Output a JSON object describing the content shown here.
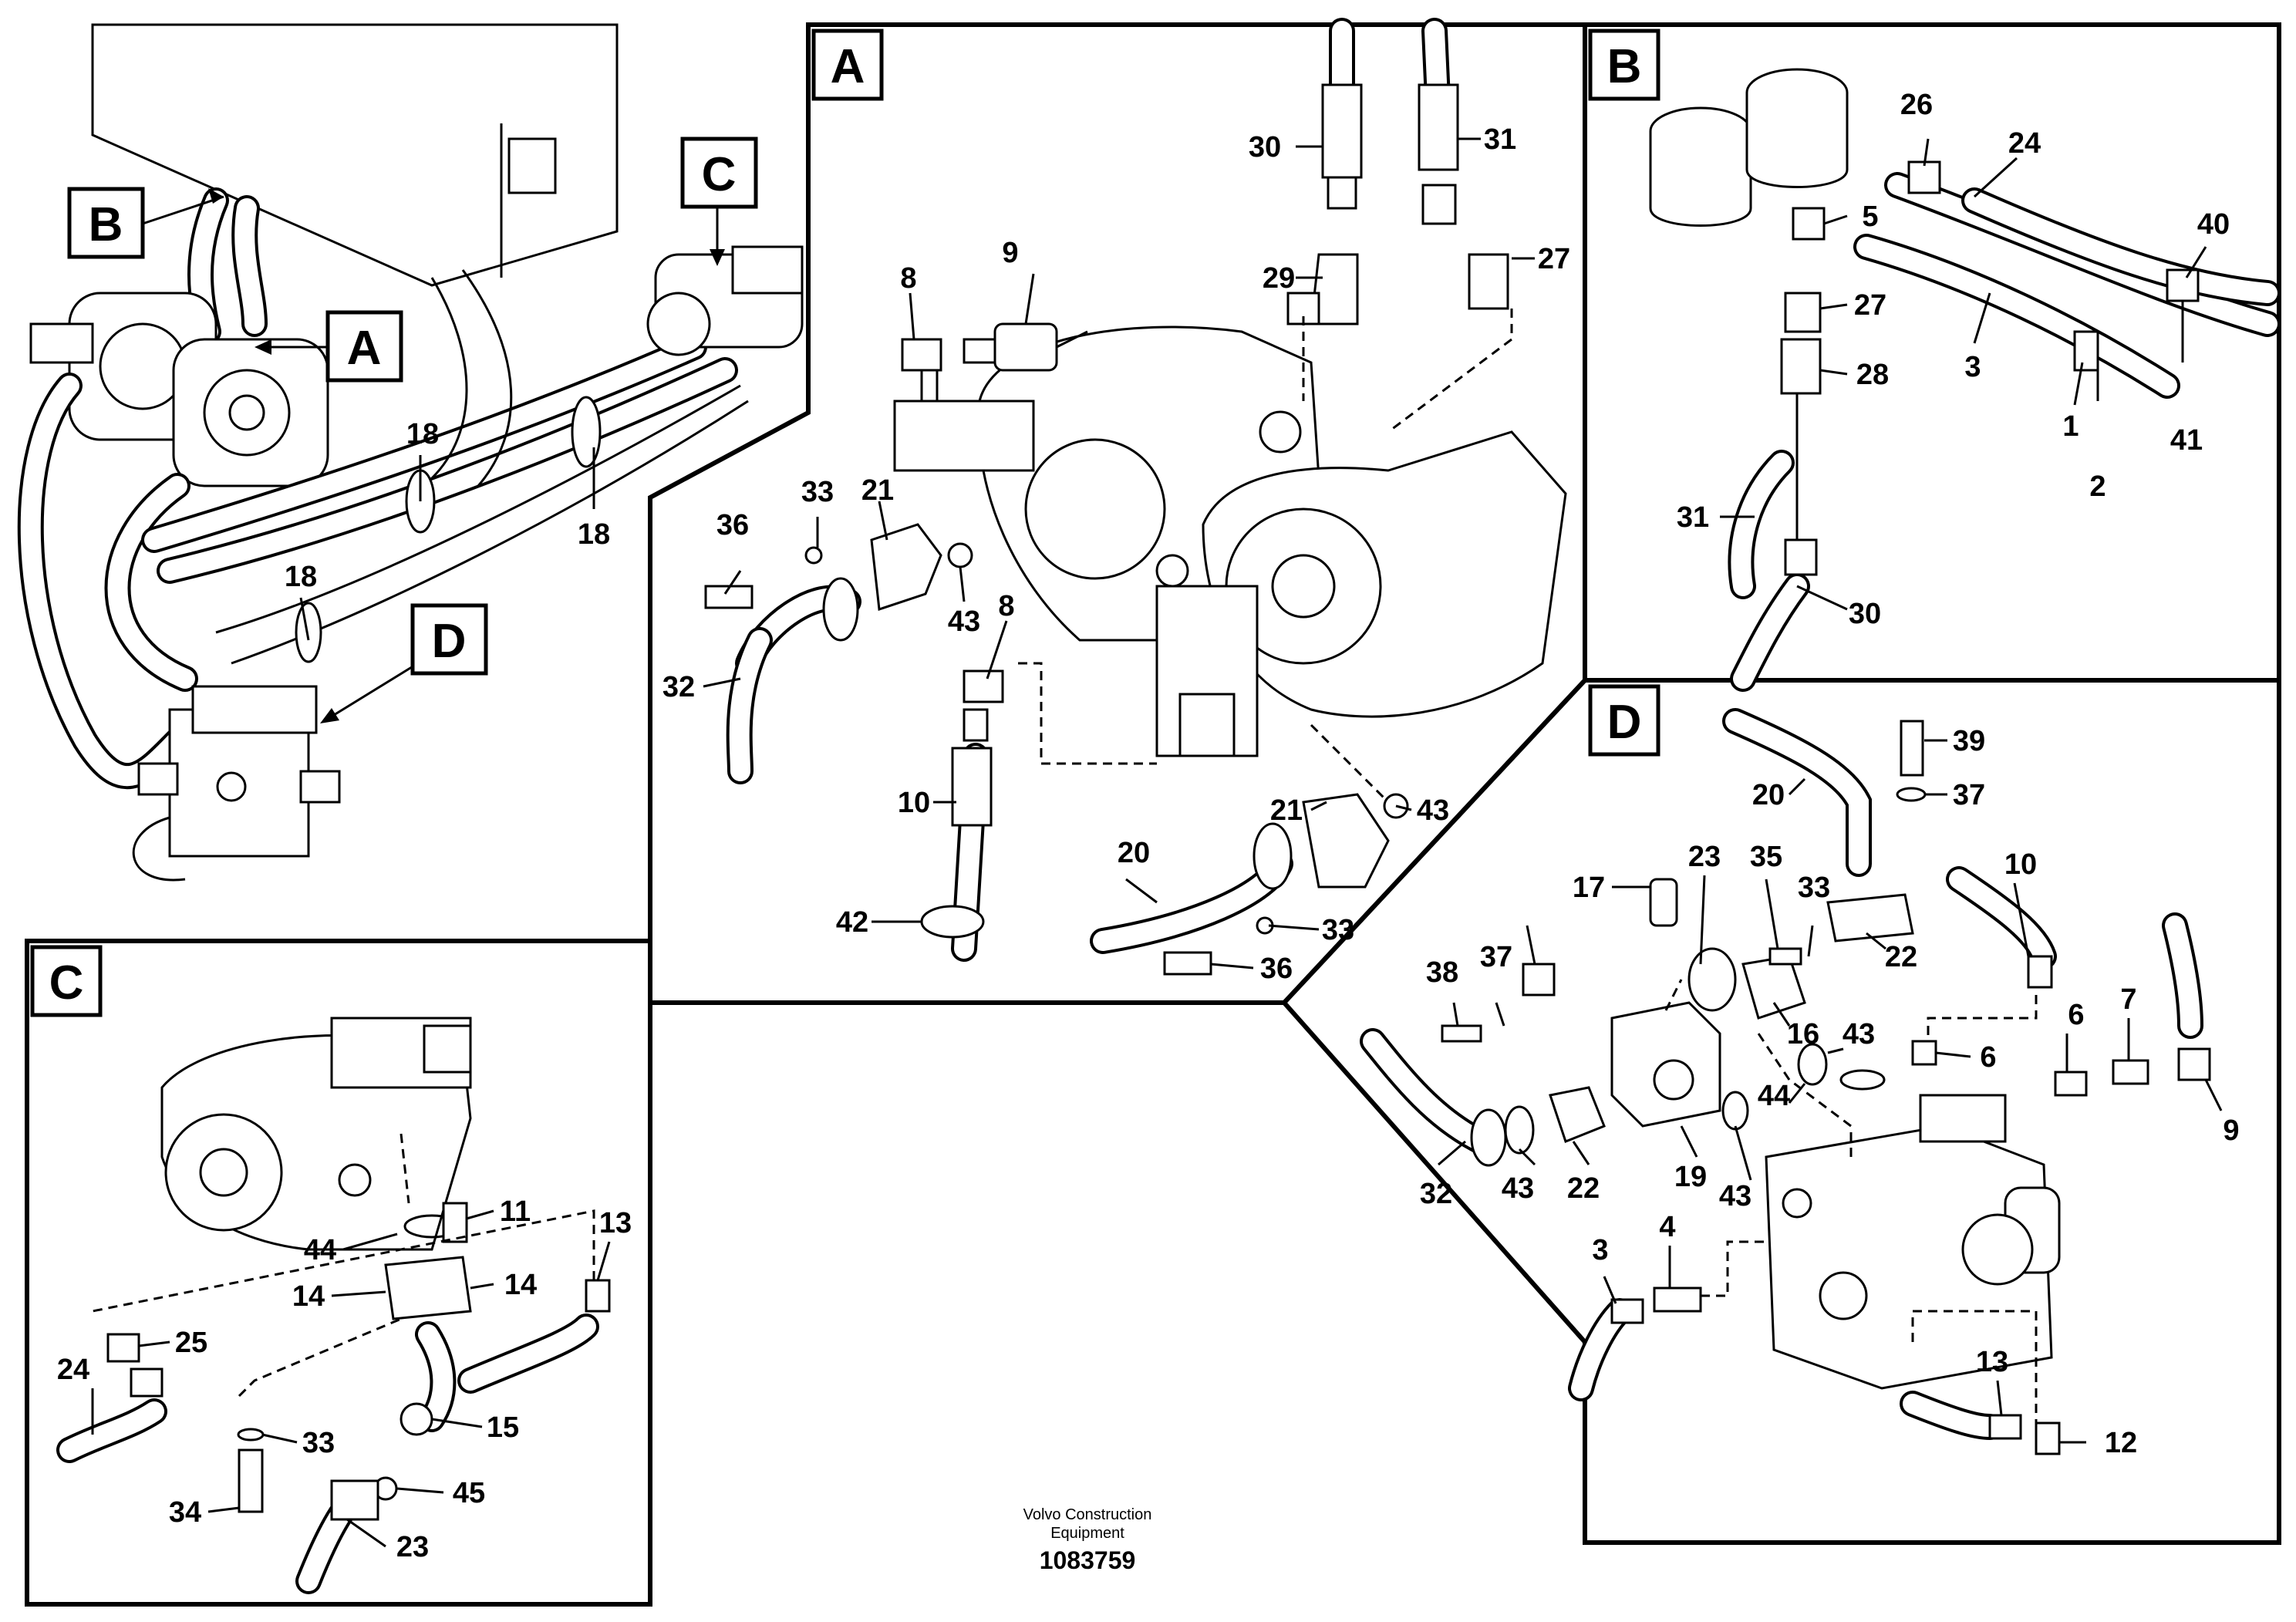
{
  "diagram": {
    "panels": {
      "A": {
        "label": "A"
      },
      "B": {
        "label": "B"
      },
      "C": {
        "label": "C"
      },
      "D": {
        "label": "D"
      }
    },
    "overview_markers": {
      "A": "A",
      "B": "B",
      "C": "C",
      "D": "D"
    },
    "callouts": {
      "overview": [
        "18",
        "18",
        "18"
      ],
      "A": [
        "30",
        "31",
        "9",
        "8",
        "29",
        "27",
        "33",
        "21",
        "36",
        "43",
        "8",
        "32",
        "10",
        "21",
        "43",
        "20",
        "42",
        "33",
        "36"
      ],
      "B": [
        "26",
        "24",
        "5",
        "40",
        "27",
        "3",
        "28",
        "1",
        "41",
        "2",
        "31",
        "30"
      ],
      "C": [
        "11",
        "13",
        "44",
        "14",
        "14",
        "25",
        "24",
        "33",
        "15",
        "34",
        "45",
        "23"
      ],
      "D": [
        "39",
        "20",
        "37",
        "23",
        "35",
        "17",
        "33",
        "10",
        "38",
        "37",
        "22",
        "16",
        "6",
        "7",
        "43",
        "6",
        "44",
        "32",
        "43",
        "22",
        "19",
        "43",
        "9",
        "3",
        "4",
        "13",
        "12"
      ]
    }
  },
  "footer": {
    "brand_line1": "Volvo Construction",
    "brand_line2": "Equipment",
    "drawing_number": "1083759"
  }
}
